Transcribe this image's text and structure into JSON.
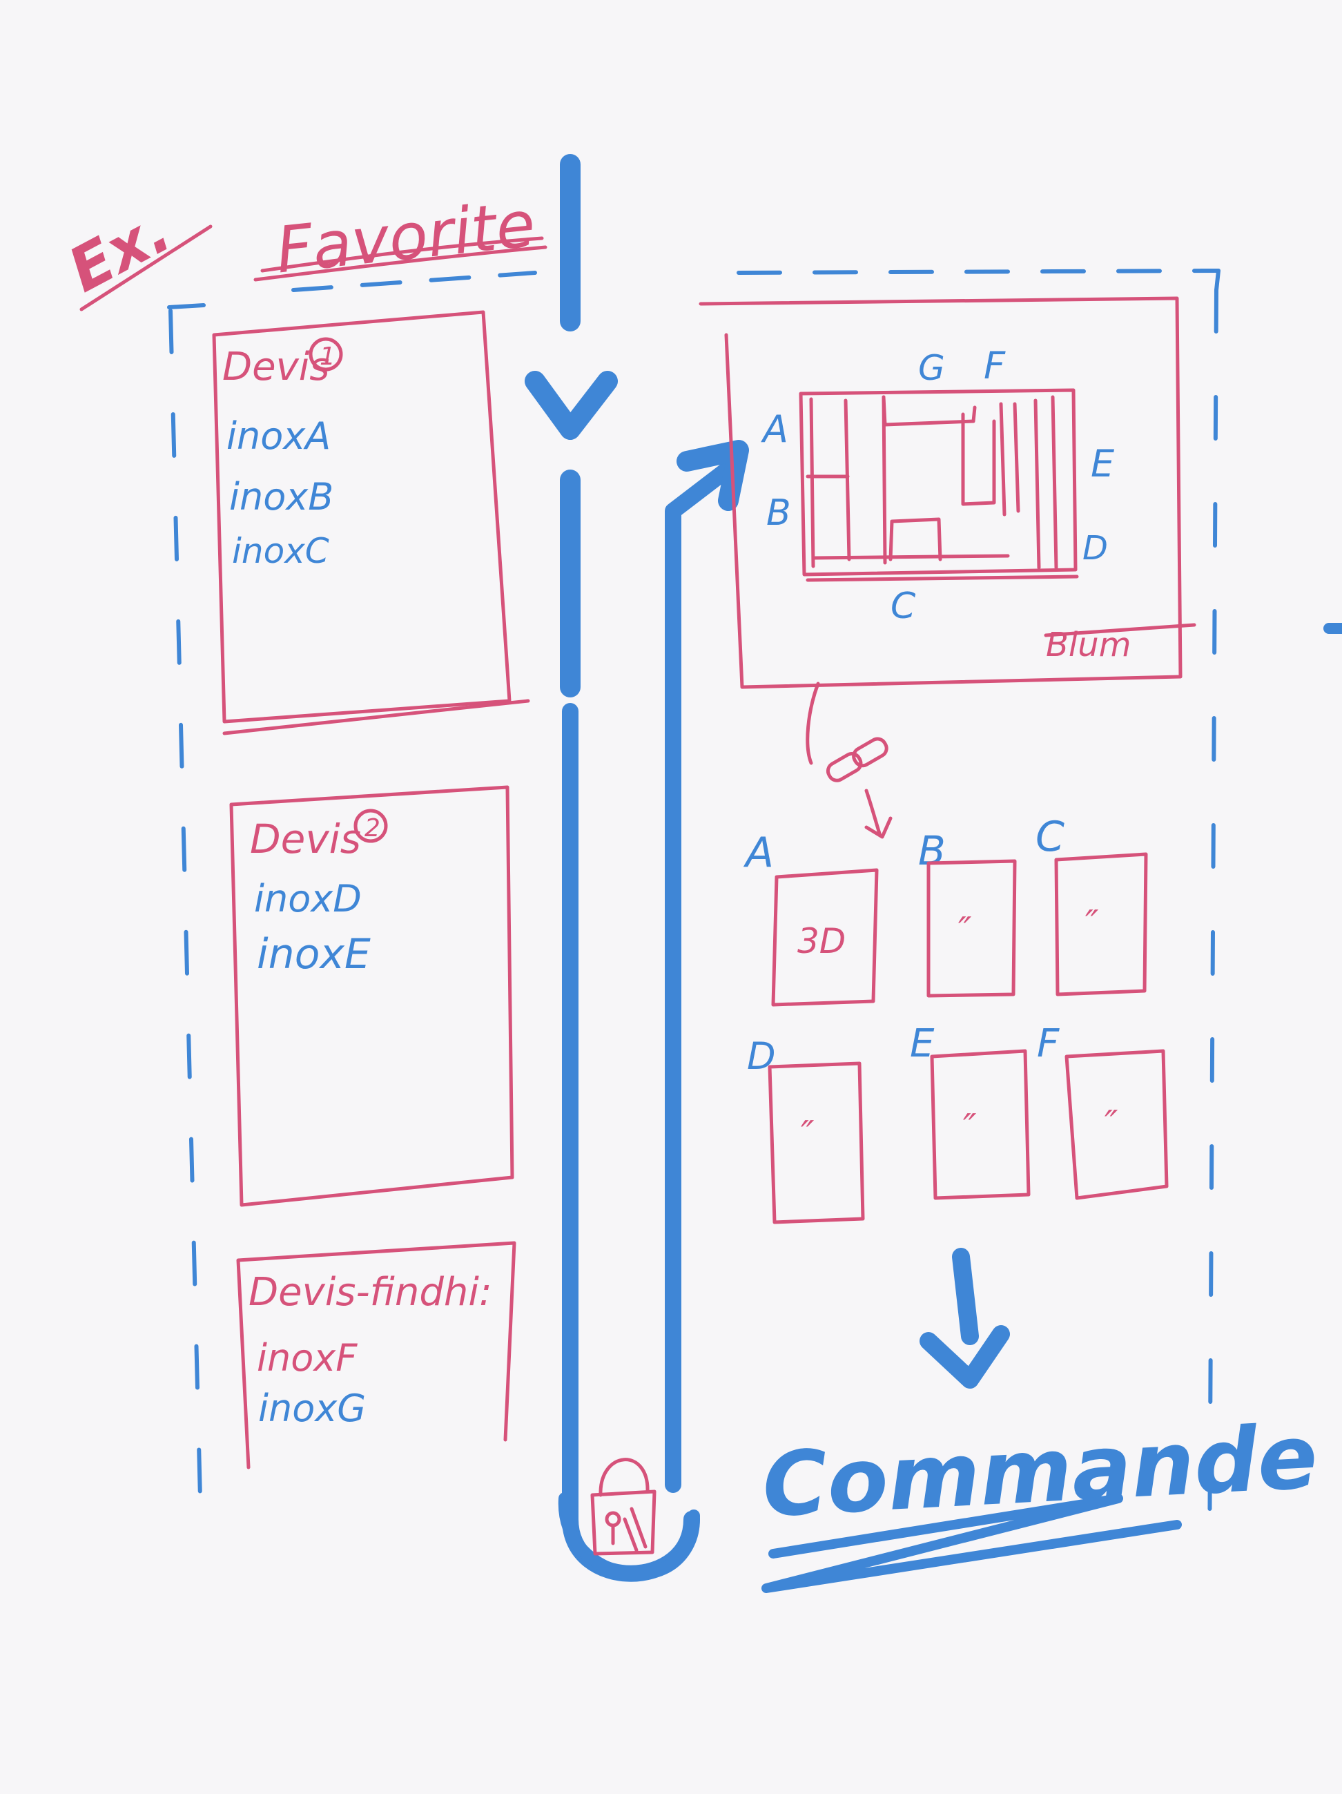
{
  "header": {
    "prefix": "Ex.",
    "title": "Favorite"
  },
  "quotes": [
    {
      "title": "Devis",
      "num": "1",
      "items": [
        "inoxA",
        "inoxB",
        "inoxC"
      ]
    },
    {
      "title": "Devis",
      "num": "2",
      "items": [
        "inoxD",
        "inoxE"
      ]
    },
    {
      "title": "Devis-findhi:",
      "items": [
        "inoxF",
        "inoxG"
      ]
    }
  ],
  "blueprint": {
    "labels": {
      "a": "A",
      "b": "B",
      "c": "C",
      "d": "D",
      "e": "E",
      "f": "F",
      "g": "G"
    },
    "corner": "Blum"
  },
  "panels": [
    {
      "label": "A",
      "text": "3D"
    },
    {
      "label": "B",
      "text": "″"
    },
    {
      "label": "C",
      "text": "″"
    },
    {
      "label": "D",
      "text": "″"
    },
    {
      "label": "E",
      "text": "″"
    },
    {
      "label": "F",
      "text": "″"
    }
  ],
  "footer": {
    "label": "Commande"
  },
  "colors": {
    "pink": "#d6527a",
    "blue": "#3f86d6",
    "background": "#f7f6f8"
  },
  "icons": {
    "lock": "lock-icon",
    "link": "link-icon"
  }
}
